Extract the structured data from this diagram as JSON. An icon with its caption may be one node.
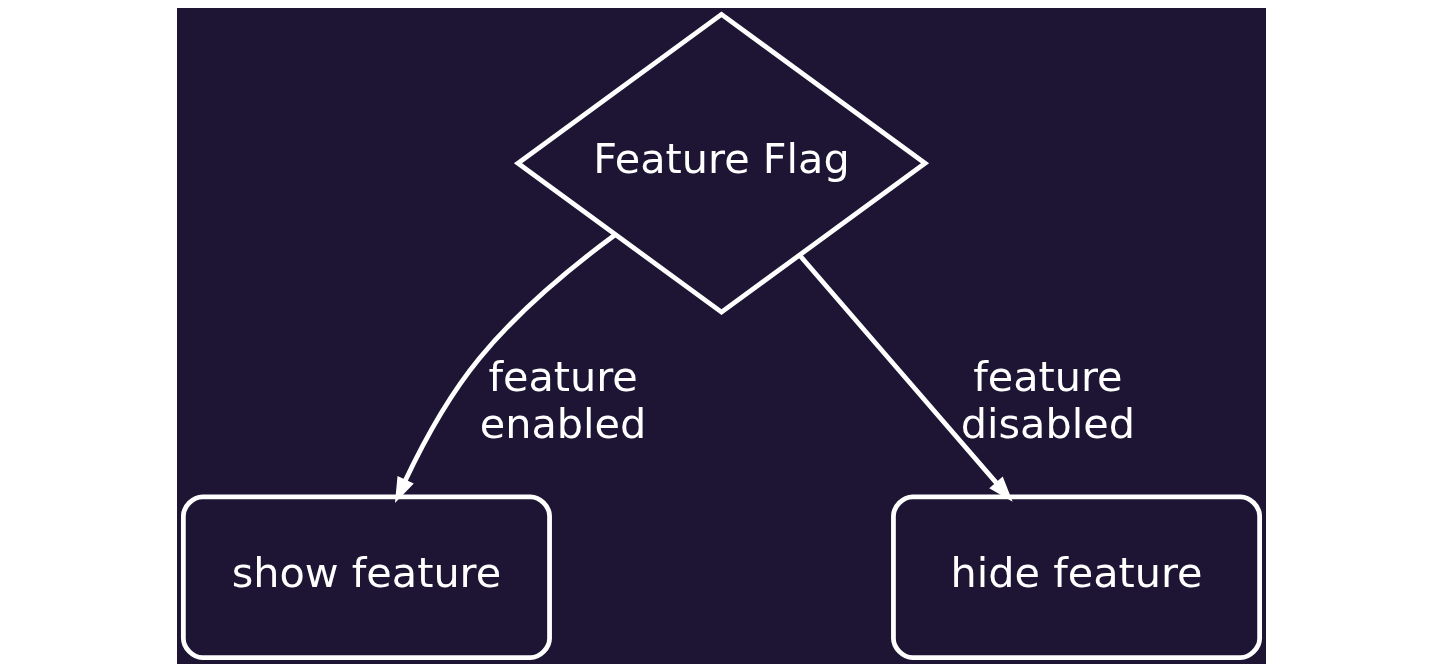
{
  "diagram": {
    "nodes": [
      {
        "text": [
          "Feature Flag"
        ]
      },
      {
        "text": [
          "show feature"
        ]
      },
      {
        "text": [
          "hide feature"
        ]
      }
    ],
    "edges": [
      {
        "from": 0,
        "to": 1,
        "arrow": "to",
        "label": "feature enabled"
      },
      {
        "from": 0,
        "to": 2,
        "arrow": "to",
        "label": "feature disabled"
      }
    ]
  }
}
